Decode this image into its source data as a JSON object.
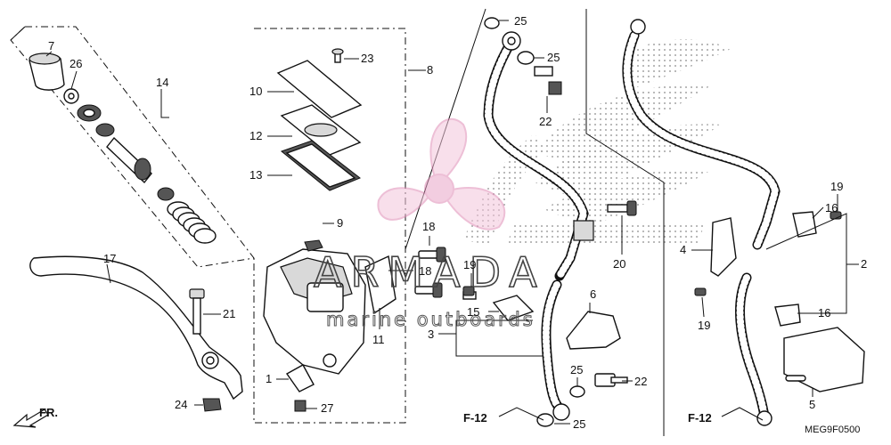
{
  "diagram": {
    "code": "MEG9F0500",
    "direction_label": "FR.",
    "references": [
      "F-12",
      "F-12"
    ],
    "watermark": {
      "title": "ARMADA",
      "subtitle": "marine outboards"
    },
    "callouts": [
      {
        "id": "c-7",
        "label": "7"
      },
      {
        "id": "c-26",
        "label": "26"
      },
      {
        "id": "c-14",
        "label": "14"
      },
      {
        "id": "c-17",
        "label": "17"
      },
      {
        "id": "c-21",
        "label": "21"
      },
      {
        "id": "c-24",
        "label": "24"
      },
      {
        "id": "c-23",
        "label": "23"
      },
      {
        "id": "c-10",
        "label": "10"
      },
      {
        "id": "c-12",
        "label": "12"
      },
      {
        "id": "c-13",
        "label": "13"
      },
      {
        "id": "c-8",
        "label": "8"
      },
      {
        "id": "c-9",
        "label": "9"
      },
      {
        "id": "c-18a",
        "label": "18"
      },
      {
        "id": "c-18b",
        "label": "18"
      },
      {
        "id": "c-11",
        "label": "11"
      },
      {
        "id": "c-1",
        "label": "1"
      },
      {
        "id": "c-27",
        "label": "27"
      },
      {
        "id": "c-25a",
        "label": "25"
      },
      {
        "id": "c-25b",
        "label": "25"
      },
      {
        "id": "c-22a",
        "label": "22"
      },
      {
        "id": "c-20",
        "label": "20"
      },
      {
        "id": "c-19a",
        "label": "19"
      },
      {
        "id": "c-15",
        "label": "15"
      },
      {
        "id": "c-6",
        "label": "6"
      },
      {
        "id": "c-3",
        "label": "3"
      },
      {
        "id": "c-25c",
        "label": "25"
      },
      {
        "id": "c-22b",
        "label": "22"
      },
      {
        "id": "c-25d",
        "label": "25"
      },
      {
        "id": "c-19b",
        "label": "19"
      },
      {
        "id": "c-16a",
        "label": "16"
      },
      {
        "id": "c-4",
        "label": "4"
      },
      {
        "id": "c-2",
        "label": "2"
      },
      {
        "id": "c-19c",
        "label": "19"
      },
      {
        "id": "c-16b",
        "label": "16"
      },
      {
        "id": "c-5",
        "label": "5"
      }
    ]
  }
}
